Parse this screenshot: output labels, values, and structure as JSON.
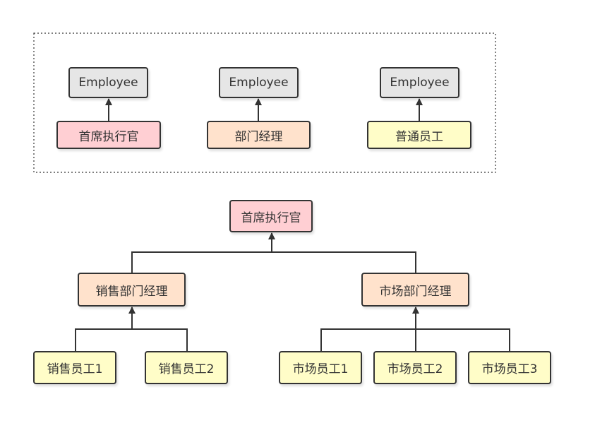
{
  "colors": {
    "employee": "#e6e6e6",
    "ceo": "#ffcfd3",
    "manager": "#ffe2cc",
    "staff": "#fffdc8",
    "line": "#333333"
  },
  "legend": {
    "employee_label": "Employee",
    "items": [
      {
        "label": "首席执行官",
        "role": "ceo"
      },
      {
        "label": "部门经理",
        "role": "manager"
      },
      {
        "label": "普通员工",
        "role": "staff"
      }
    ]
  },
  "org": {
    "ceo": "首席执行官",
    "managers": [
      {
        "label": "销售部门经理",
        "staff": [
          "销售员工1",
          "销售员工2"
        ]
      },
      {
        "label": "市场部门经理",
        "staff": [
          "市场员工1",
          "市场员工2",
          "市场员工3"
        ]
      }
    ]
  }
}
